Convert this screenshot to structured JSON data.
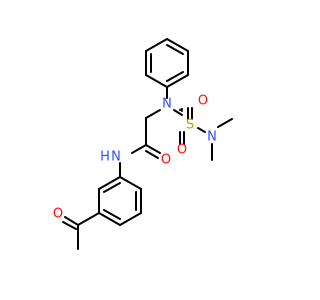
{
  "colors": {
    "bond": "#000000",
    "nitrogen": "#3050F8",
    "oxygen": "#FF0D0D",
    "sulfur": "#C8A000",
    "carbon": "#000000"
  },
  "atoms": {
    "n_sulfonamide": {
      "element": "N",
      "text": "N"
    },
    "s_sulfonyl": {
      "element": "S",
      "text": "S"
    },
    "o_sulfonyl_1": {
      "element": "O",
      "text": "O"
    },
    "o_sulfonyl_2": {
      "element": "O",
      "text": "O"
    },
    "n_dimethyl": {
      "element": "N",
      "text": "N"
    },
    "o_amide": {
      "element": "O",
      "text": "O"
    },
    "n_amide": {
      "element": "N",
      "text": "N"
    },
    "h_amide": {
      "element": "H",
      "text": "H"
    },
    "o_acetyl": {
      "element": "O",
      "text": "O"
    }
  }
}
